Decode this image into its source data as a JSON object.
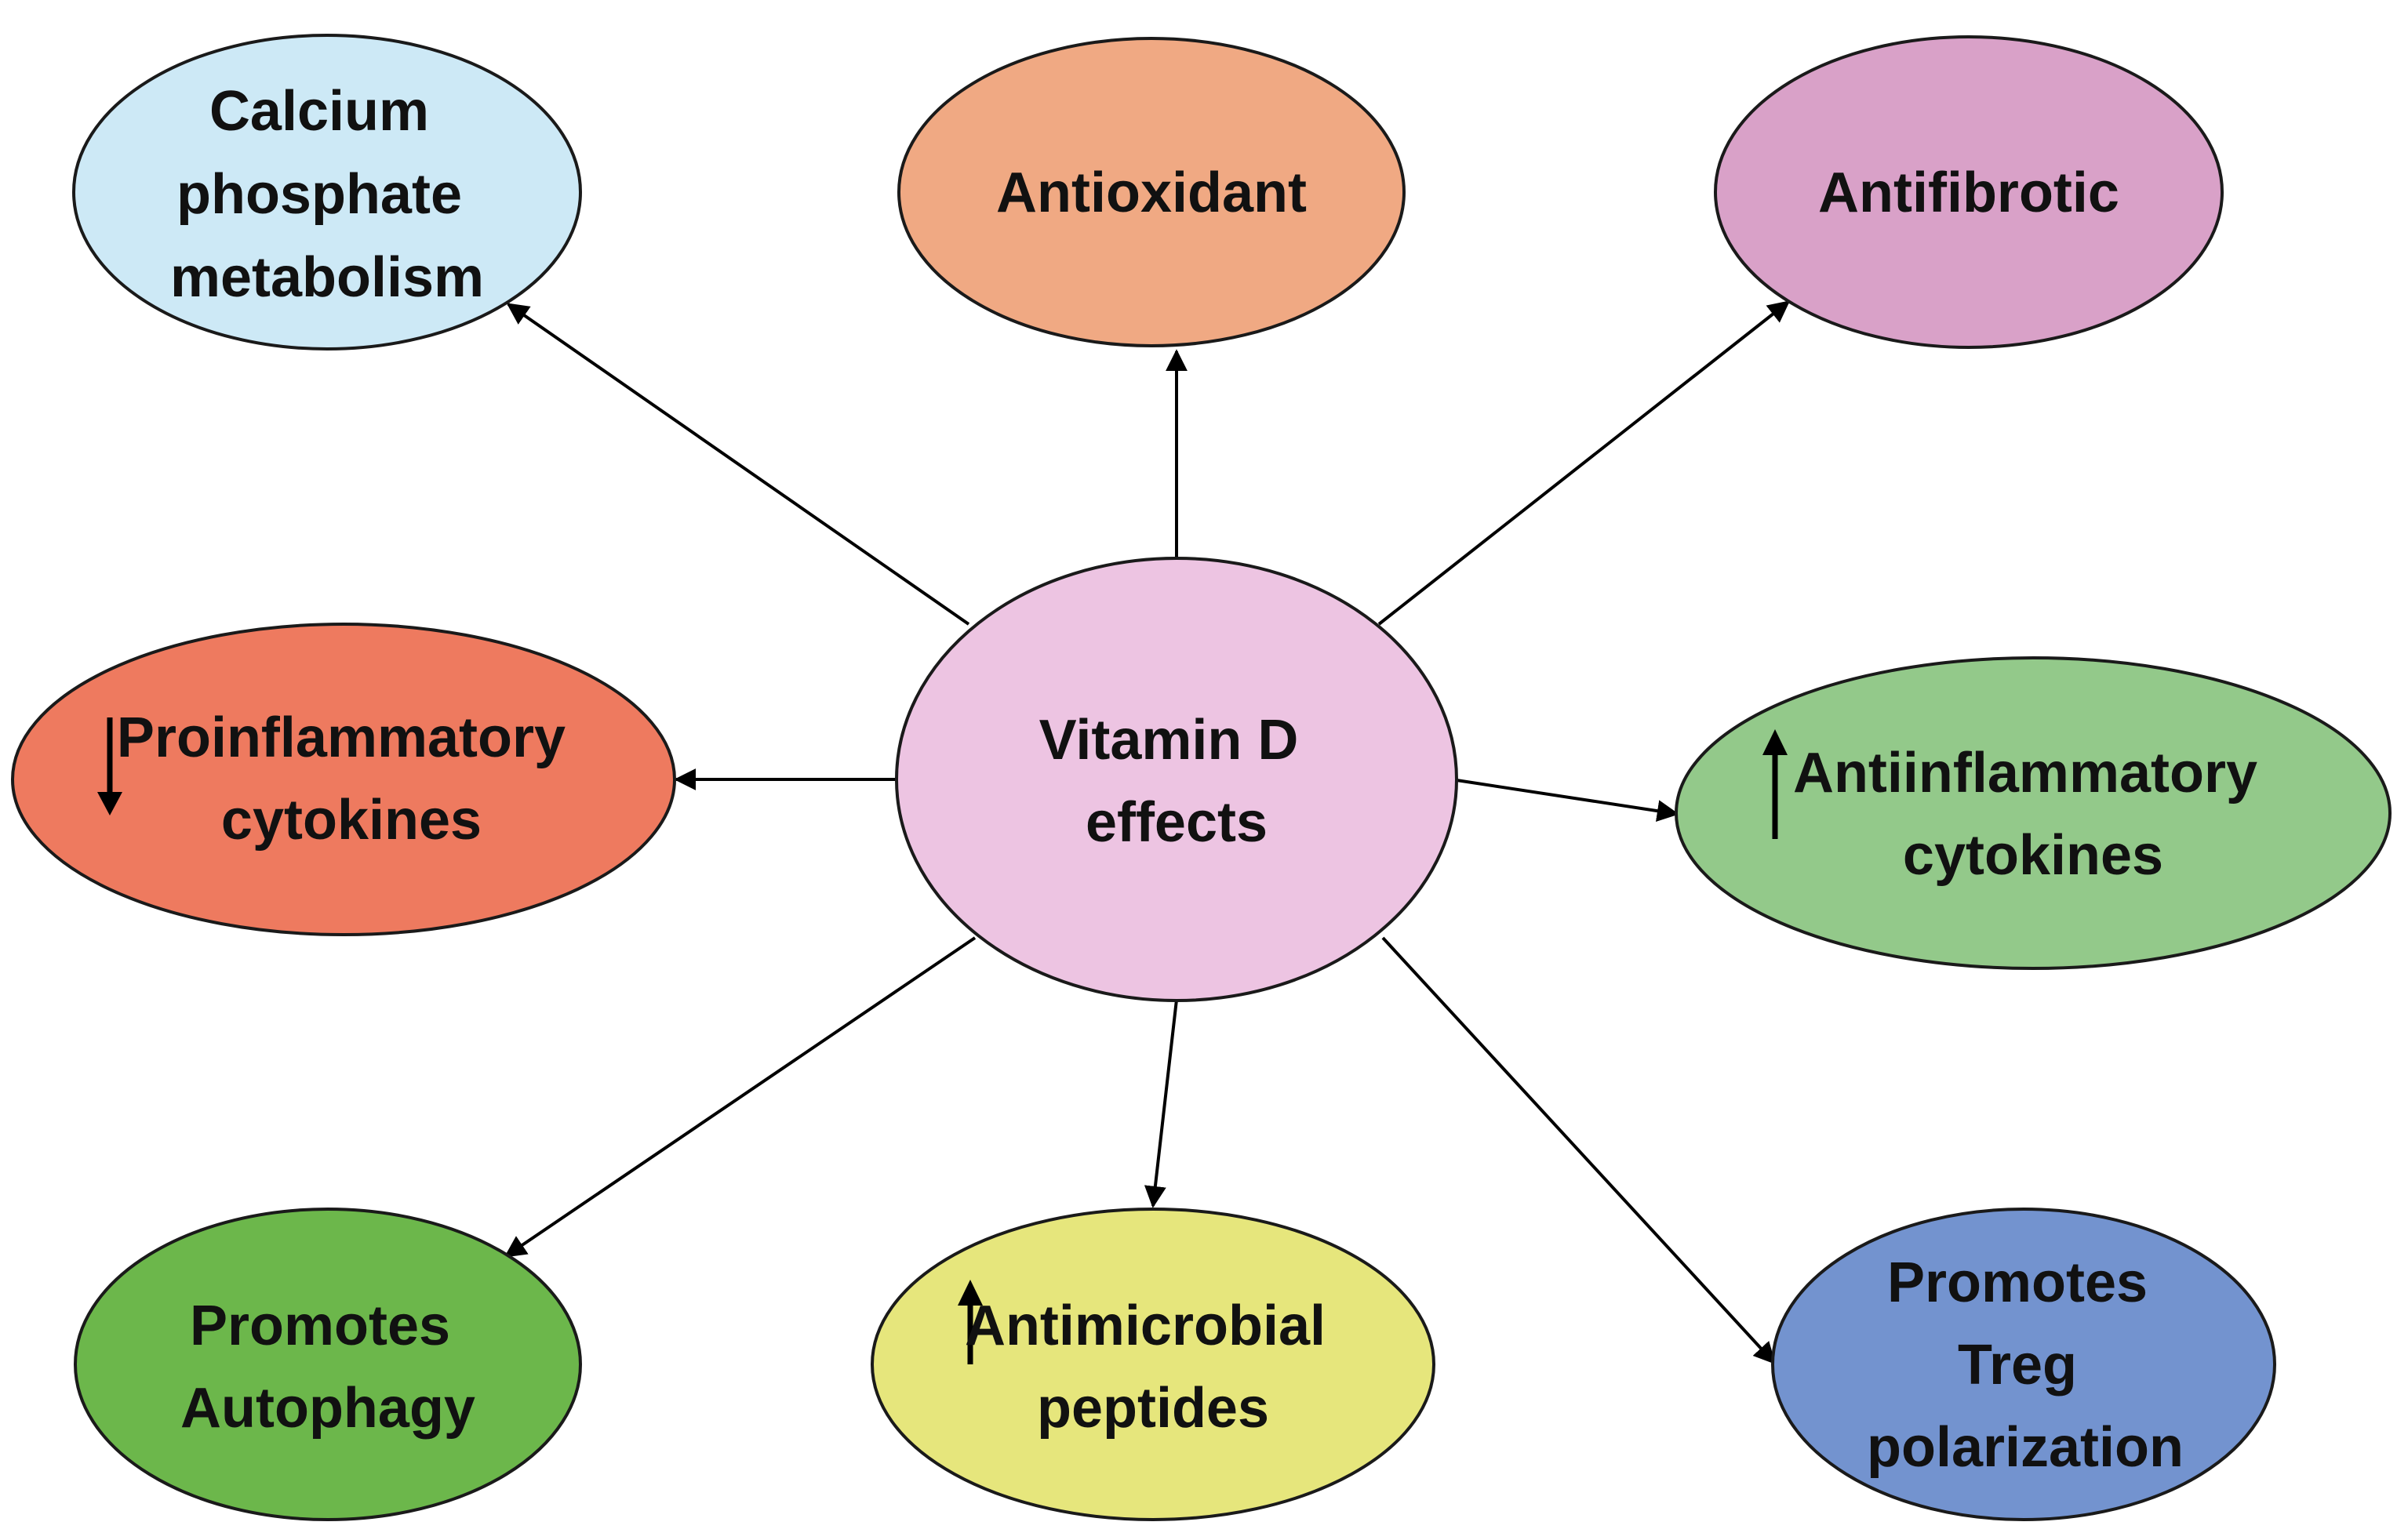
{
  "diagram": {
    "center": {
      "lines": [
        "Vitamin D",
        "effects"
      ],
      "color": "#EDC4E2"
    },
    "nodes": [
      {
        "id": "calcium",
        "lines": [
          "Calcium",
          "phosphate",
          "metabolism"
        ],
        "color": "#CDE9F6",
        "indicator": ""
      },
      {
        "id": "antioxidant",
        "lines": [
          "Antioxidant"
        ],
        "color": "#F0A983",
        "indicator": ""
      },
      {
        "id": "antifibrotic",
        "lines": [
          "Antifibrotic"
        ],
        "color": "#D9A1C8",
        "indicator": ""
      },
      {
        "id": "proinflammatory",
        "lines": [
          "Proinflammatory",
          "cytokines"
        ],
        "color": "#EE7A5F",
        "indicator": "down"
      },
      {
        "id": "antiinflammatory",
        "lines": [
          "Antiinflammatory",
          "cytokines"
        ],
        "color": "#93C98A",
        "indicator": "up"
      },
      {
        "id": "autophagy",
        "lines": [
          "Promotes",
          "Autophagy"
        ],
        "color": "#6CB74B",
        "indicator": ""
      },
      {
        "id": "antimicrobial",
        "lines": [
          "Antimicrobial",
          "peptides"
        ],
        "color": "#E6E67C",
        "indicator": "up"
      },
      {
        "id": "treg",
        "lines": [
          "Promotes",
          "Treg",
          "polarization"
        ],
        "color": "#7393CF",
        "indicator": ""
      }
    ]
  }
}
